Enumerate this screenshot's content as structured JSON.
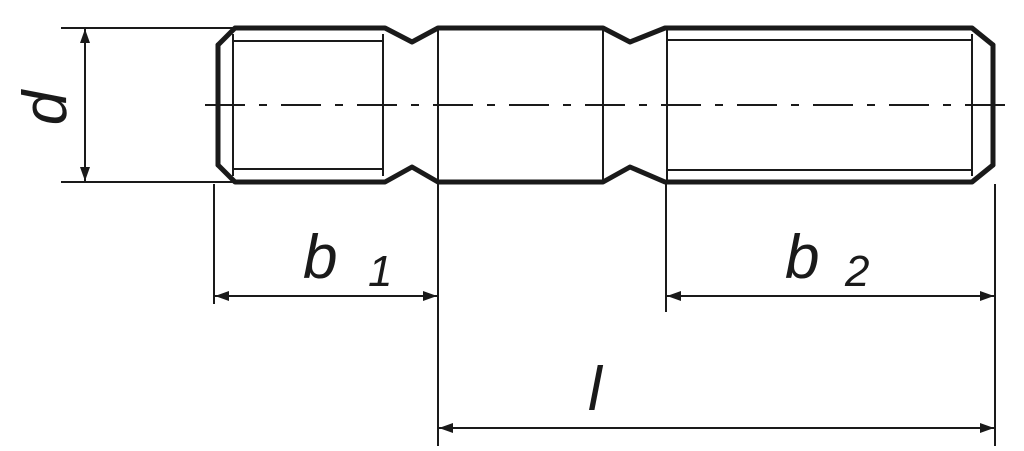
{
  "diagram": {
    "labels": {
      "d": "d",
      "b1_main": "b",
      "b1_sub": "1",
      "b2_main": "b",
      "b2_sub": "2",
      "l": "l"
    },
    "colors": {
      "ink": "#1a1a1a",
      "background": "#ffffff"
    }
  }
}
